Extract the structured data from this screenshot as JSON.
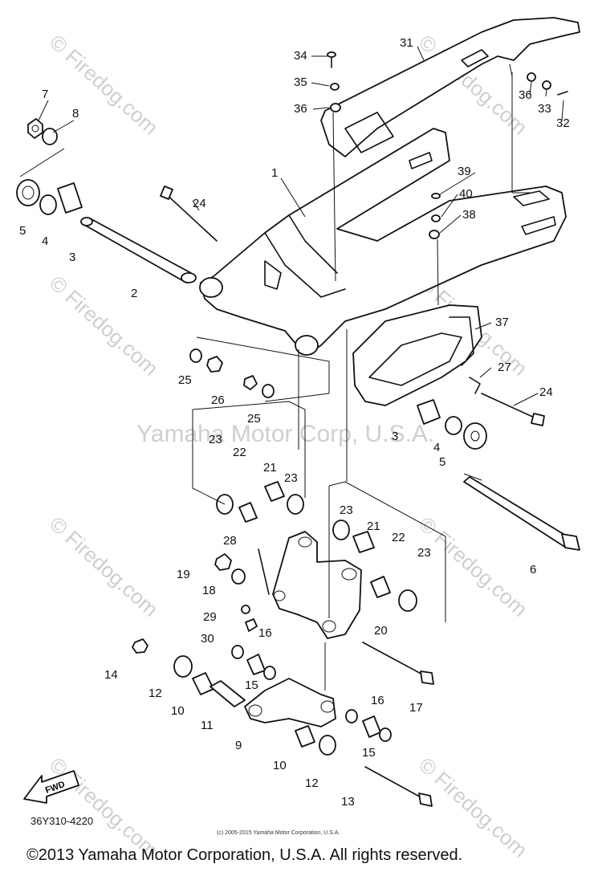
{
  "diagram_code": "36Y310-4220",
  "small_copyright": "(c) 2005-2015 Yamaha Motor Corporation, U.S.A.",
  "footer_copyright": "©2013 Yamaha Motor Corporation, U.S.A. All rights reserved.",
  "watermark_center": "Yamaha Motor Corp, U.S.A.",
  "watermark_site": "© Firedog.com",
  "fwd_label": "FWD",
  "part_numbers": [
    "1",
    "2",
    "3",
    "4",
    "5",
    "6",
    "7",
    "8",
    "9",
    "10",
    "11",
    "12",
    "13",
    "14",
    "15",
    "16",
    "17",
    "18",
    "19",
    "20",
    "21",
    "22",
    "23",
    "24",
    "25",
    "26",
    "27",
    "28",
    "29",
    "30",
    "31",
    "32",
    "33",
    "34",
    "35",
    "36",
    "37",
    "38",
    "39",
    "40"
  ],
  "colors": {
    "line": "#111111",
    "background": "#ffffff",
    "watermark": "#cfcfcf"
  }
}
